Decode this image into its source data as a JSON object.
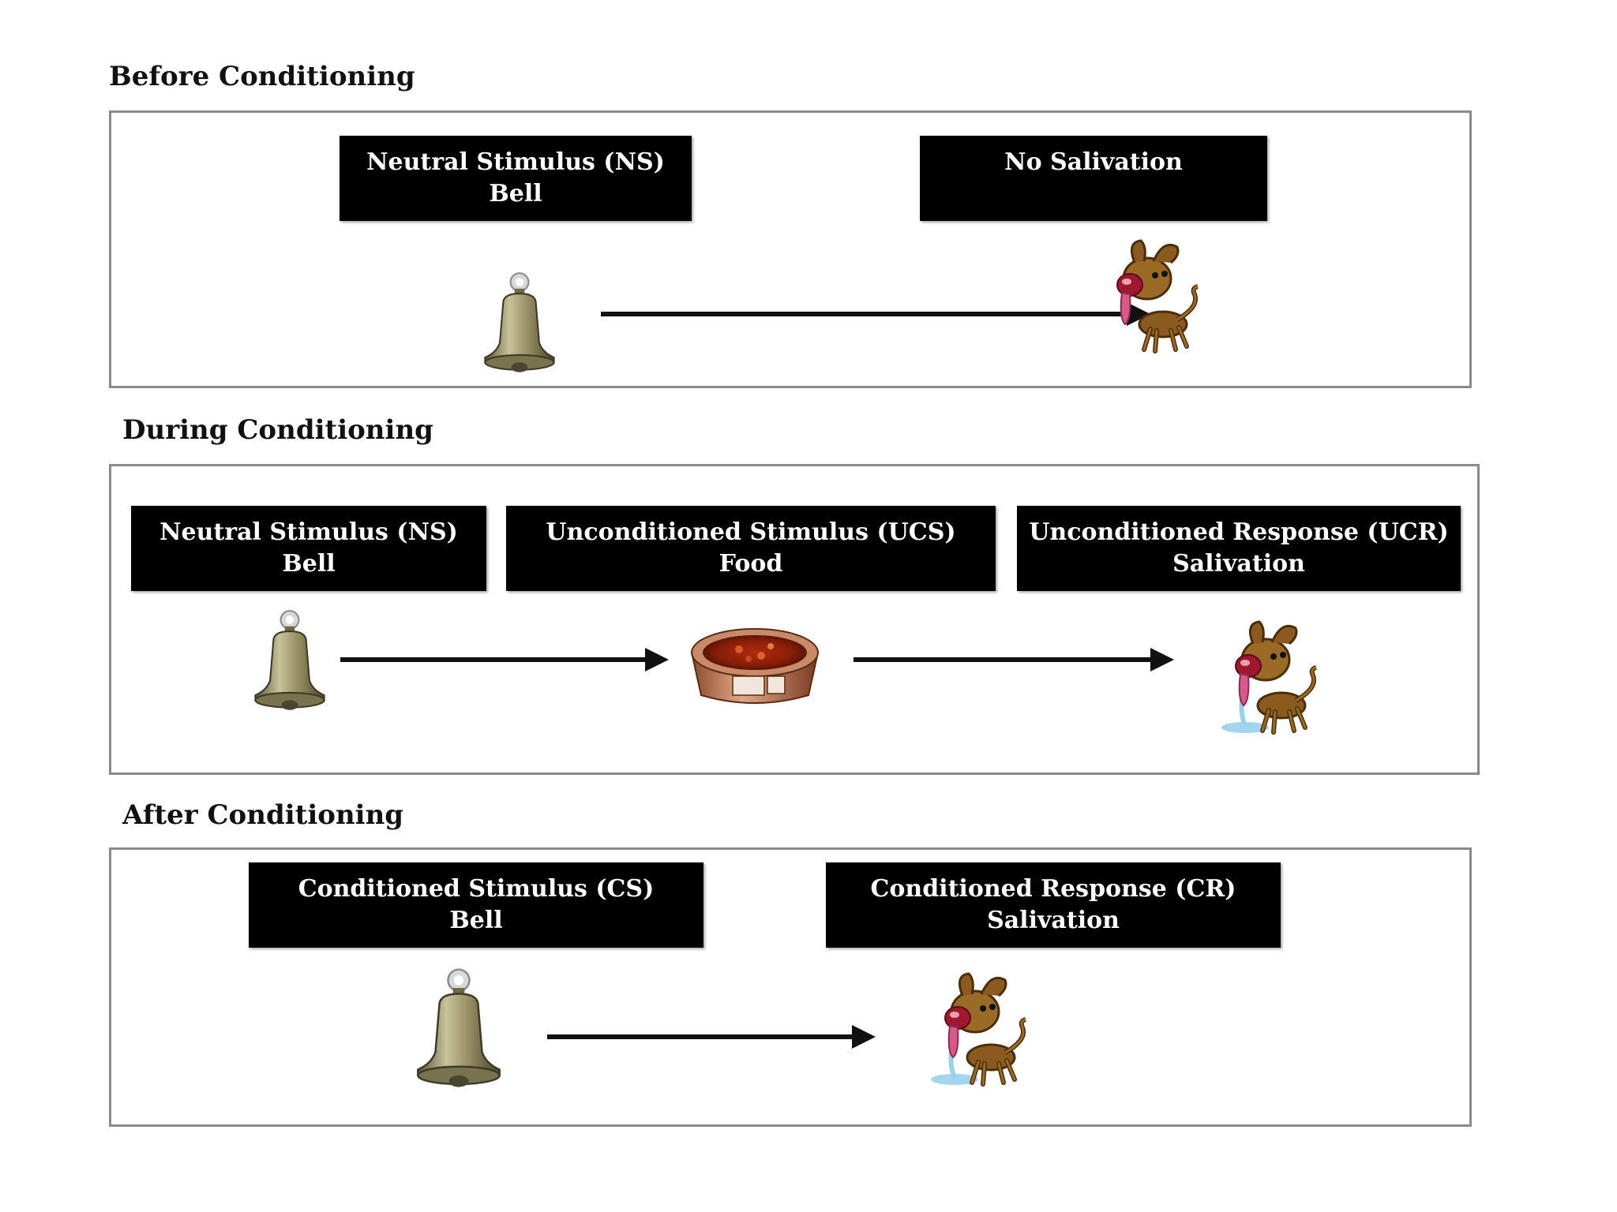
{
  "sections": {
    "before": {
      "title": "Before Conditioning",
      "stimulus": {
        "line1": "Neutral Stimulus (NS)",
        "line2": "Bell"
      },
      "response": {
        "line1": "No Salivation",
        "line2": ""
      }
    },
    "during": {
      "title": "During Conditioning",
      "neutral": {
        "line1": "Neutral Stimulus (NS)",
        "line2": "Bell"
      },
      "unconditioned_stimulus": {
        "line1": "Unconditioned Stimulus (UCS)",
        "line2": "Food"
      },
      "unconditioned_response": {
        "line1": "Unconditioned Response (UCR)",
        "line2": "Salivation"
      }
    },
    "after": {
      "title": "After Conditioning",
      "stimulus": {
        "line1": "Conditioned Stimulus (CS)",
        "line2": "Bell"
      },
      "response": {
        "line1": "Conditioned Response (CR)",
        "line2": "Salivation"
      }
    }
  },
  "icons": {
    "bell": "bell-icon",
    "dog": "dog-icon",
    "food": "food-bowl-icon"
  },
  "colors": {
    "label_background": "#000000",
    "label_text": "#ffffff",
    "panel_border": "#8a8a8a"
  }
}
